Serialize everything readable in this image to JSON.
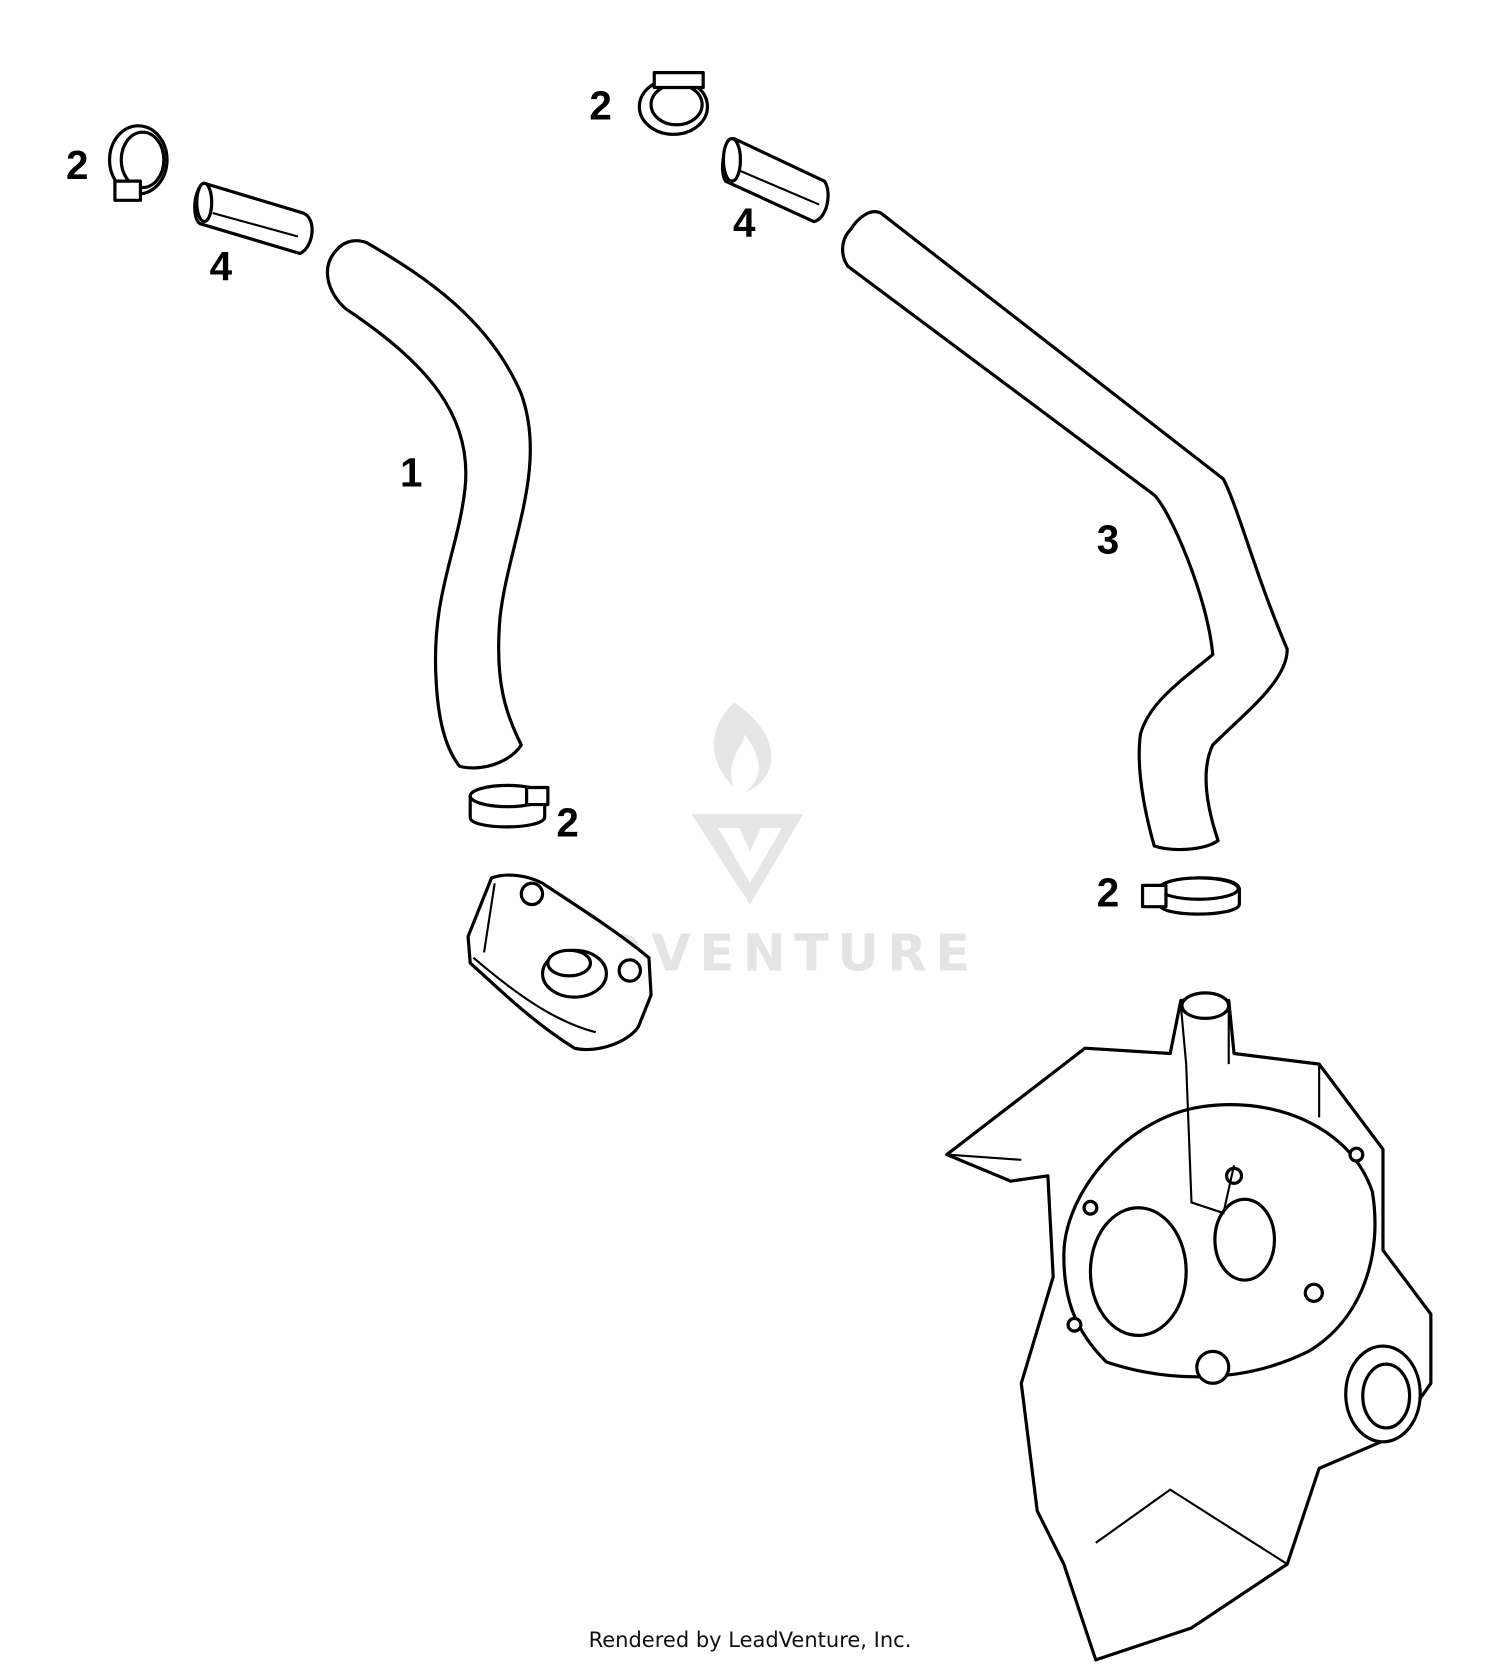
{
  "diagram": {
    "callouts": {
      "clamp_top_left": "2",
      "sleeve_left": "4",
      "hose_1": "1",
      "clamp_mid_left": "2",
      "clamp_top_right": "2",
      "sleeve_right": "4",
      "hose_3": "3",
      "clamp_bottom_right": "2"
    },
    "watermark": "LEADVENTURE"
  },
  "footer": {
    "text": "Rendered by LeadVenture, Inc."
  }
}
